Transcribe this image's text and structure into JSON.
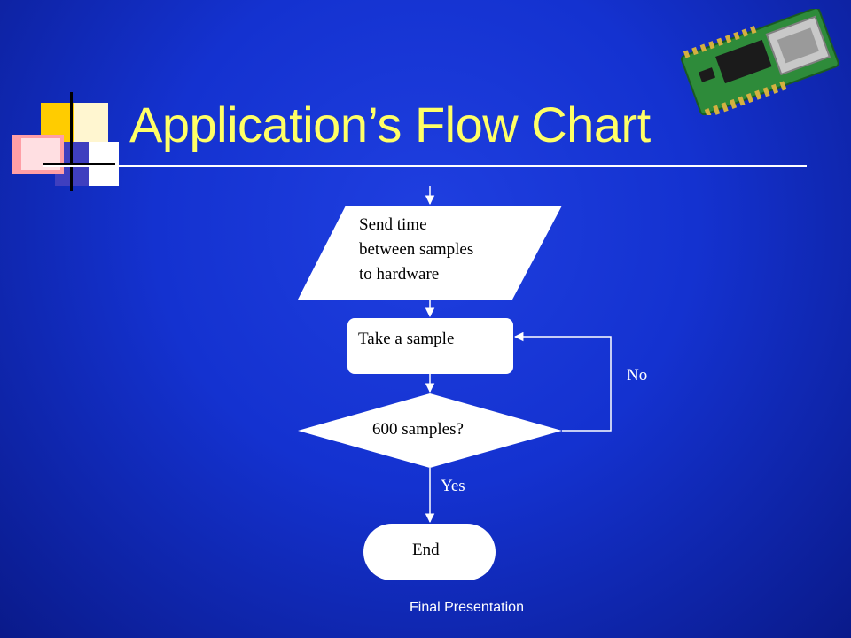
{
  "slide": {
    "title": "Application’s Flow Chart",
    "footer": "Final Presentation"
  },
  "flowchart": {
    "nodes": {
      "send": {
        "shape": "parallelogram",
        "label": "Send time between samples to hardware"
      },
      "sample": {
        "shape": "rounded-rectangle",
        "label": "Take a sample"
      },
      "check": {
        "shape": "diamond",
        "label": "600 samples?"
      },
      "end": {
        "shape": "terminator",
        "label": "End"
      }
    },
    "edges": [
      {
        "from": "start",
        "to": "send",
        "label": ""
      },
      {
        "from": "send",
        "to": "sample",
        "label": ""
      },
      {
        "from": "sample",
        "to": "check",
        "label": ""
      },
      {
        "from": "check",
        "to": "sample",
        "label": "No"
      },
      {
        "from": "check",
        "to": "end",
        "label": "Yes"
      }
    ]
  },
  "colors": {
    "background": "#1432d0",
    "title": "#ffff66",
    "node_fill": "#ffffff",
    "connector": "#ffffff"
  },
  "decoration": {
    "icon": "circuit-board-picture"
  }
}
